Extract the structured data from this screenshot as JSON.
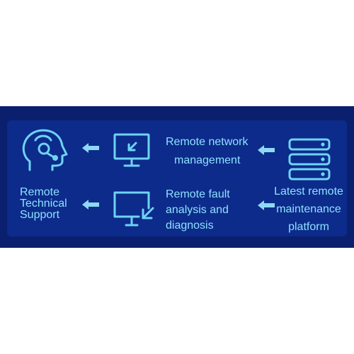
{
  "colors": {
    "banner_background": "#0a1f6e",
    "panel_background": "#0c2b8a",
    "icon_color": "#6fd3f5",
    "text_color": "#8ee0ff",
    "arrow_color": "#8fd8f5"
  },
  "nodes": {
    "source": {
      "icon": "server-stack-icon",
      "label_lines": [
        "Latest remote",
        "maintenance",
        "platform"
      ]
    },
    "top_middle": {
      "icon": "monitor-arrow-icon",
      "label_lines": [
        "Remote network",
        "management"
      ]
    },
    "bottom_middle": {
      "icon": "monitor-arrow-icon",
      "label_lines": [
        "Remote fault",
        "analysis and",
        "diagnosis"
      ]
    },
    "target": {
      "icon": "headset-support-icon",
      "label_lines": [
        "Remote",
        "Technical",
        "Support"
      ]
    }
  },
  "arrows": {
    "icon": "arrow-left-icon"
  }
}
